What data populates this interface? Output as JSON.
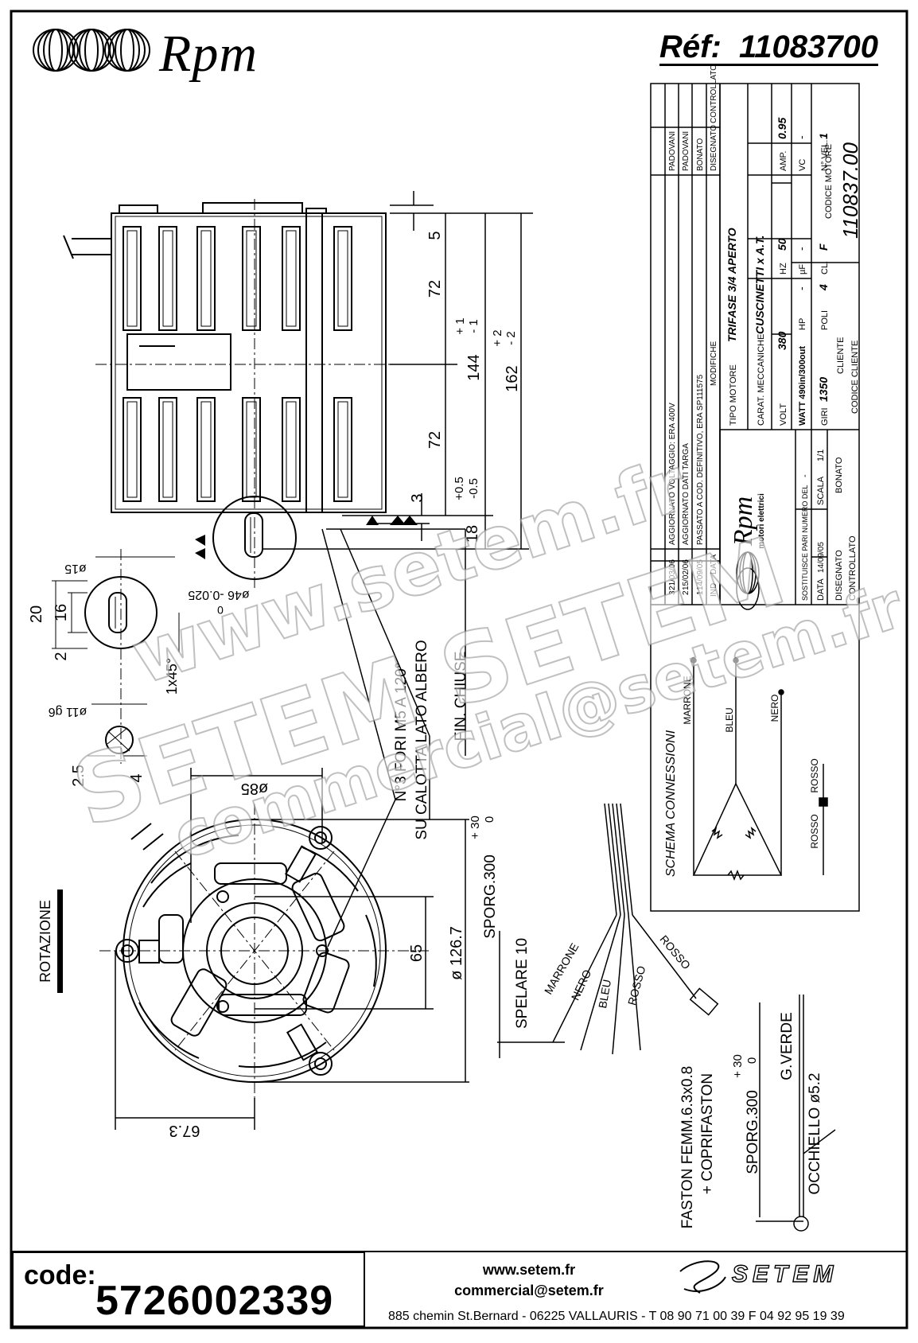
{
  "header": {
    "brand": "Rpm",
    "ref_label": "Réf:",
    "ref_value": "11083700"
  },
  "footer": {
    "code_label": "code:",
    "code_value": "5726002339",
    "website": "www.setem.fr",
    "email": "commercial@setem.fr",
    "address": "885 chemin St.Bernard  -  06225 VALLAURIS  -  T 08 90 71 00 39   F 04 92 95 19 39",
    "brand": "SETEM"
  },
  "watermark": {
    "line1": "www.setem.fr",
    "line2": "SETEM SETEM",
    "line3": "commercial@setem.fr"
  },
  "dimensions": {
    "d5": "5",
    "d72a": "72",
    "d72b": "72",
    "d144": "144",
    "tol144_p": "+ 1",
    "tol144_m": "- 1",
    "d162": "162",
    "tol162_p": "+ 2",
    "tol162_m": "- 2",
    "d3": "3",
    "tol05_p": "+0.5",
    "tol05_m": "-0.5",
    "d18": "18",
    "shaft46": "ø46 -0.025",
    "shaft46_zero": "0",
    "shaft15": "ø15",
    "d20": "20",
    "d16": "16",
    "d2": "2",
    "chamfer": "1x45°",
    "shaft11": "ø11 g6",
    "d25": "2.5",
    "d4": "4",
    "d85": "ø85",
    "d65": "65",
    "d1267": "ø 126.7",
    "d673": "67.3"
  },
  "notes": {
    "holes1": "N°3 FORI M5 A 120°",
    "holes2": "SU CALOTTA LATO ALBERO",
    "fin": "FIN. CHIUSE",
    "rotazione": "ROTAZIONE",
    "sporg1": "SPORG.300",
    "sporg1_p": "+ 30",
    "sporg1_z": "0",
    "spelare": "SPELARE  10",
    "fast1": "FASTON FEMM.6.3x0.8",
    "fast2": "+ COPRIFASTON",
    "sporg2": "SPORG.300",
    "sporg2_p": "+ 30",
    "sporg2_z": "0",
    "gverde": "G.VERDE",
    "occhiello": "OCCHIELLO ø5.2"
  },
  "wires": {
    "w1": "MARRONE",
    "w2": "NERO",
    "w3": "BLEU",
    "w4": "ROSSO",
    "w5": "ROSSO"
  },
  "schema": {
    "title": "SCHEMA CONNESSIONI",
    "marrone": "MARRONE",
    "bleu": "BLEU",
    "nero": "NERO",
    "rosso1": "ROSSO",
    "rosso2": "ROSSO"
  },
  "title_block": {
    "rev_rows": [
      {
        "n": "3",
        "date": "21/03/06",
        "text": "AGGIORNATO VOLTAGGIO: ERA 400V",
        "by": "PADOVANI"
      },
      {
        "n": "2",
        "date": "15/02/06",
        "text": "AGGIORNATO DATI TARGA",
        "by": "PADOVANI"
      },
      {
        "n": "1",
        "date": "14/09/05",
        "text": "PASSATO A COD. DEFINITIVO, ERA SP111575",
        "by": "BONATO"
      }
    ],
    "rev_header": {
      "n": "IND",
      "date": "DATA",
      "text": "MODIFICHE",
      "by": "DISEGNATO",
      "ctrl": "CONTROLLATO"
    },
    "tipo_label": "TIPO MOTORE",
    "tipo_value": "TRIFASE 3/4 APERTO",
    "carat_label": "CARAT. MECCANICHE",
    "carat_value": "CUSCINETTI x A.T.",
    "volt_label": "VOLT",
    "volt": "380",
    "hz_label": "HZ",
    "hz": "50",
    "amp_label": "AMP.",
    "amp": "0.95",
    "watt_label": "WATT 490in/300out",
    "hp_label": "HP",
    "hp": "-",
    "uf_label": "µF",
    "uf": "-",
    "vc_label": "VC",
    "vc": "-",
    "giri_label": "GIRI",
    "giri": "1350",
    "poli_label": "POLI",
    "poli": "4",
    "cl_label": "CL.",
    "cl": "F",
    "nvel_label": "N° VEL.",
    "nvel": "1",
    "cliente_label": "CLIENTE",
    "codice_motore_label": "CODICE MOTORE",
    "codice_motore": "110837.00",
    "codice_cliente_label": "CODICE CLIENTE",
    "logo": "Rpm",
    "logo_sub": "motori elettrici",
    "sostituisce": "SOSTITUISCE PARI NUMERO DEL",
    "sost_val": "-",
    "data_label": "DATA",
    "data_val": "14/09/05",
    "scala_label": "SCALA",
    "scala_val": "1/1",
    "disegnato_label": "DISEGNATO",
    "disegnato_val": "BONATO",
    "controllato_label": "CONTROLLATO"
  }
}
